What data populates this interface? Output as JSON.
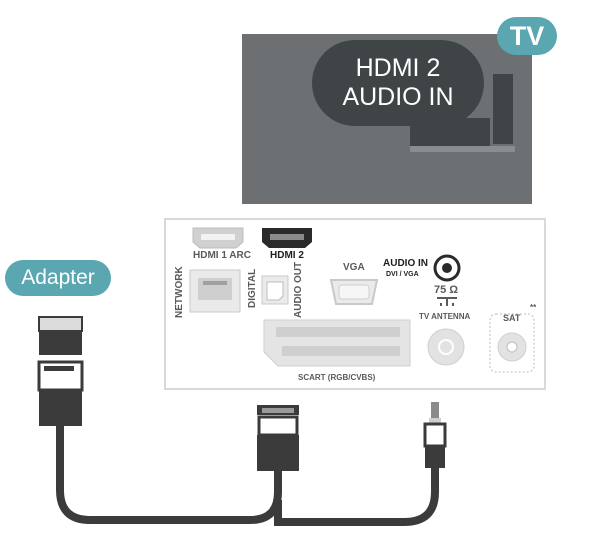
{
  "badges": {
    "tv": "TV",
    "adapter": "Adapter"
  },
  "callout": {
    "line1": "HDMI 2",
    "line2": "AUDIO IN"
  },
  "panel": {
    "hdmi1_arc": "HDMI 1 ARC",
    "hdmi2": "HDMI 2",
    "network": "NETWORK",
    "digital": "DIGITAL",
    "audio_out": "AUDIO OUT",
    "vga": "VGA",
    "audio_in": "AUDIO IN",
    "audio_in_sub": "DVI / VGA",
    "ohm": "75 Ω",
    "tv_antenna": "TV ANTENNA",
    "sat": "SAT",
    "sat_mark": "**",
    "scart": "SCART (RGB/CVBS)"
  },
  "colors": {
    "accent": "#5aa7b2",
    "callout": "#3f4447",
    "tv_body": "#6d7073",
    "cable": "#3b3b3b"
  }
}
